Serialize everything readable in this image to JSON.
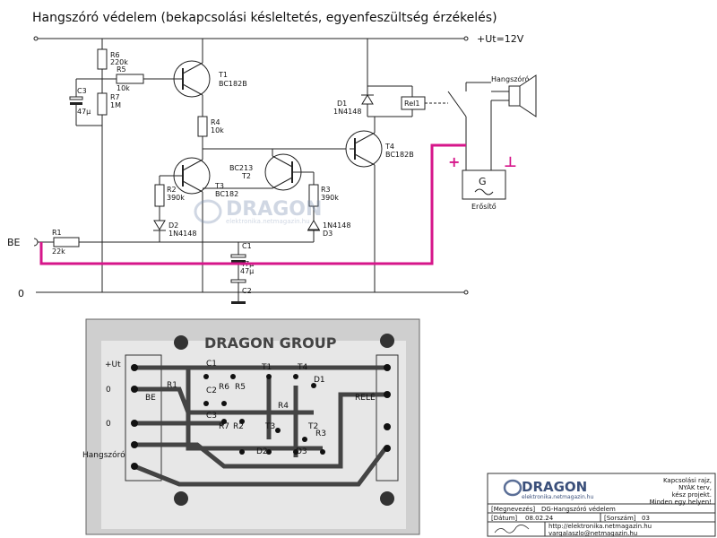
{
  "title": "Hangszóró védelem (bekapcsolási késleltetés, egyenfeszültség érzékelés)",
  "supply_label": "+Ut=12V",
  "input_label": "BE",
  "ground_label": "0",
  "components": {
    "R1": {
      "name": "R1",
      "value": "22k"
    },
    "R2": {
      "name": "R2",
      "value": "390k"
    },
    "R3": {
      "name": "R3",
      "value": "390k"
    },
    "R4": {
      "name": "R4",
      "value": "10k"
    },
    "R5": {
      "name": "R5",
      "value": "10k"
    },
    "R6": {
      "name": "R6",
      "value": "220k"
    },
    "R7": {
      "name": "R7",
      "value": "1M"
    },
    "C1": {
      "name": "C1",
      "value": "47µ"
    },
    "C2": {
      "name": "C2",
      "value": "47µ"
    },
    "C3": {
      "name": "C3",
      "value": "47µ"
    },
    "D1": {
      "name": "D1",
      "value": "1N4148"
    },
    "D2": {
      "name": "D2",
      "value": "1N4148"
    },
    "D3": {
      "name": "D3",
      "value": "1N4148"
    },
    "T1": {
      "name": "T1",
      "value": "BC182B"
    },
    "T2": {
      "name": "T2",
      "value": "BC213"
    },
    "T3": {
      "name": "T3",
      "value": "BC182"
    },
    "T4": {
      "name": "T4",
      "value": "BC182B"
    }
  },
  "relay_label": "Rel1",
  "speaker_label": "Hangszóró",
  "amp_symbol": "G",
  "amp_label": "Erősítő",
  "plus_sign": "+",
  "ground_sign": "⊥",
  "watermark": {
    "brand": "DRAGON",
    "url": "elektronika.netmagazin.hu"
  },
  "pcb": {
    "header": "DRAGON GROUP",
    "labels": {
      "ut": "+Ut",
      "zero1": "0",
      "zero2": "0",
      "be": "BE",
      "speaker": "Hangszóró",
      "c1": "C1",
      "t1": "T1",
      "t4": "T4",
      "d1": "D1",
      "r1": "R1",
      "c2": "C2",
      "r6": "R6",
      "r5": "R5",
      "rele": "RELÉ",
      "r4": "R4",
      "c3": "C3",
      "r7": "R7",
      "r2": "R2",
      "t3": "T3",
      "t2": "T2",
      "r3": "R3",
      "d2": "D2",
      "d3": "D3"
    }
  },
  "title_block": {
    "logo": "DRAGON",
    "logo_sub": "elektronika.netmagazin.hu",
    "desc_line1": "Kapcsolási rajz,",
    "desc_line2": "NYÁK terv,",
    "desc_line3": "kész projekt.",
    "desc_line4": "Minden egy helyen!",
    "name_label": "[Megnevezés]",
    "name_value": "DG-Hangszóró védelem",
    "date_label": "[Dátum]",
    "date_value": "08.02.24",
    "serial_label": "[Sorszám]",
    "serial_value": "03",
    "url": "http://elektronika.netmagazin.hu",
    "email": "vargalaszlo@netmagazin.hu"
  }
}
